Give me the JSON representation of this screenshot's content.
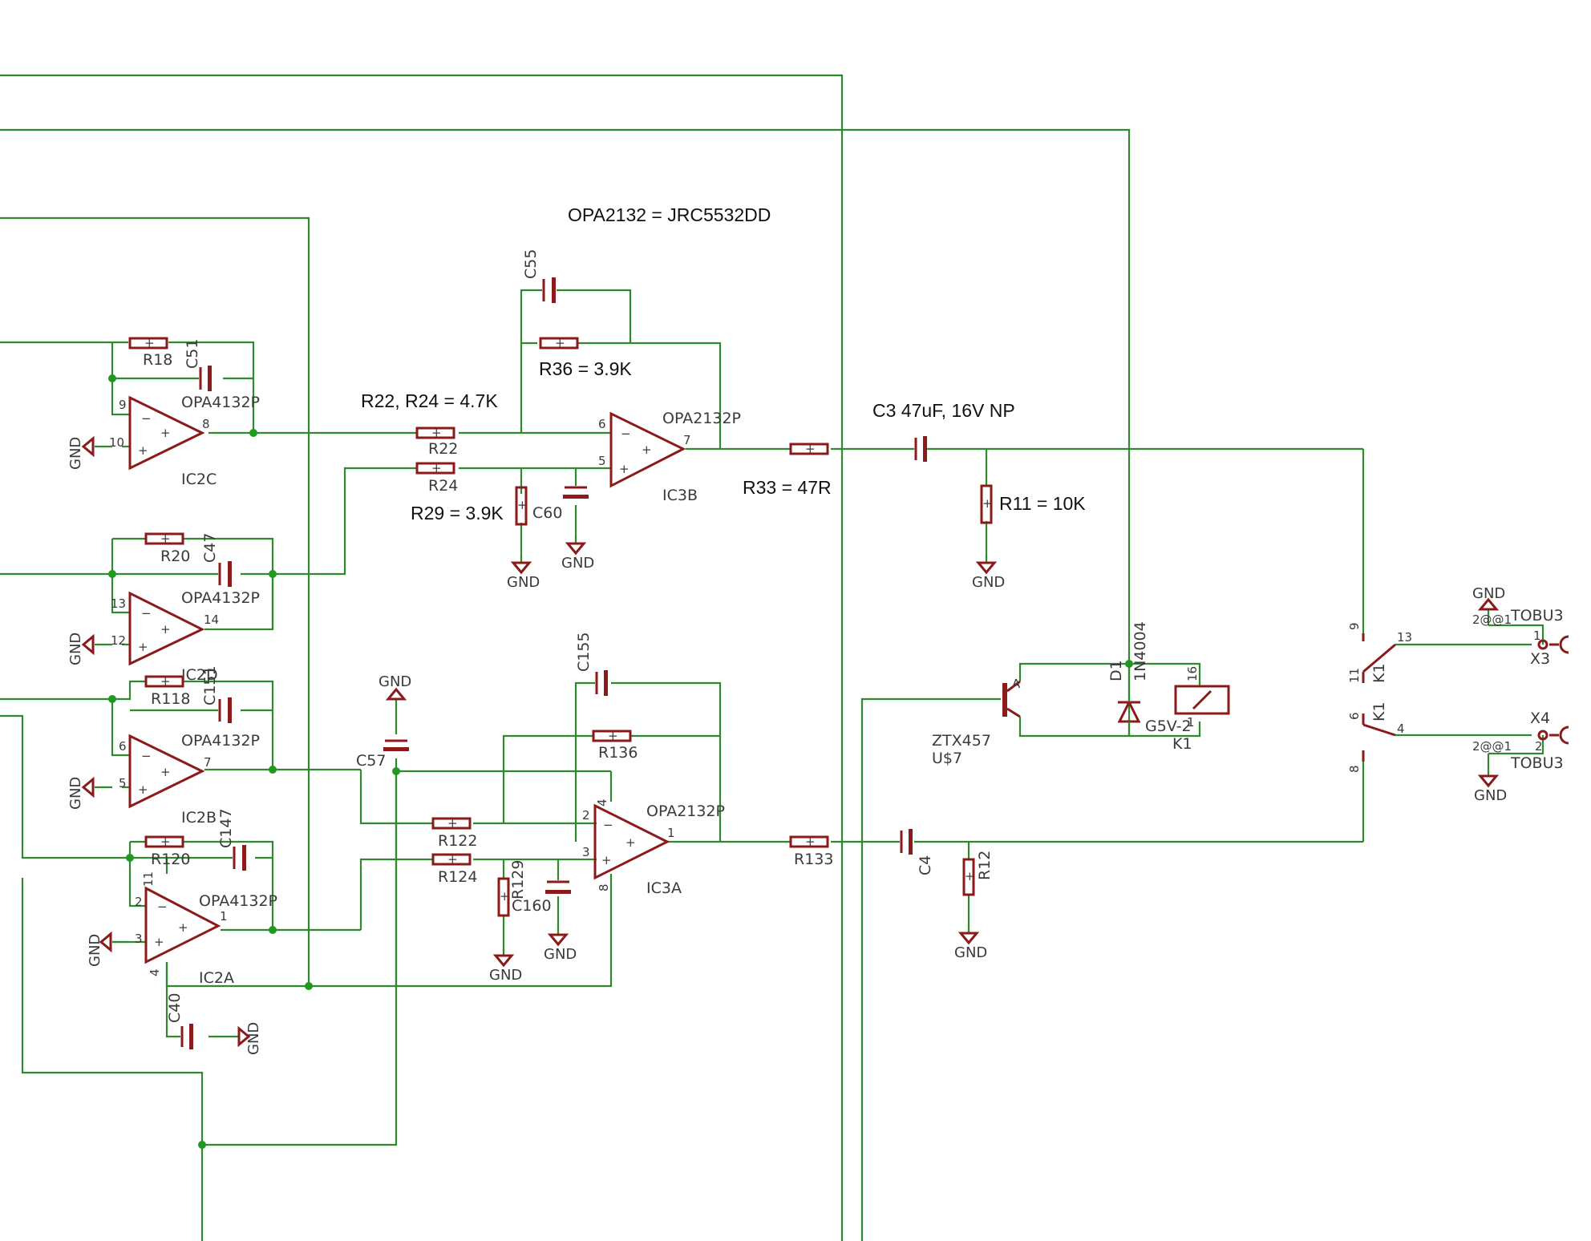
{
  "notes": {
    "opamp_equiv": "OPA2132 = JRC5532DD",
    "r36": "R36 = 3.9K",
    "r22_r24": "R22, R24 = 4.7K",
    "c3": "C3  47uF, 16V NP",
    "r33": "R33 = 47R",
    "r11": "R11 = 10K",
    "r29": "R29 = 3.9K"
  },
  "resistors": {
    "r18": "R18",
    "r20": "R20",
    "r118": "R118",
    "r120": "R120",
    "r22": "R22",
    "r24": "R24",
    "r29": "",
    "r36": "",
    "r33": "",
    "r11": "",
    "r122": "R122",
    "r124": "R124",
    "r136": "R136",
    "r129": "R129",
    "r133": "R133",
    "r12": "R12"
  },
  "capacitors": {
    "c51": "C51",
    "c47": "C47",
    "c151": "C151",
    "c147": "C147",
    "c40": "C40",
    "c55": "C55",
    "c60": "C60",
    "c57": "C57",
    "c155": "C155",
    "c160": "C160",
    "c3": "",
    "c4": "C4"
  },
  "opamps": {
    "ic2c": {
      "type": "OPA4132P",
      "name": "IC2C",
      "pin_inv": "9",
      "pin_noninv": "10",
      "pin_out": "8"
    },
    "ic2d": {
      "type": "OPA4132P",
      "name": "IC2D",
      "pin_inv": "13",
      "pin_noninv": "12",
      "pin_out": "14"
    },
    "ic2b": {
      "type": "OPA4132P",
      "name": "IC2B",
      "pin_inv": "6",
      "pin_noninv": "5",
      "pin_out": "7"
    },
    "ic2a": {
      "type": "OPA4132P",
      "name": "IC2A",
      "pin_inv": "2",
      "pin_noninv": "3",
      "pin_out": "1",
      "pin_vp": "11",
      "pin_vn": "4"
    },
    "ic3b": {
      "type": "OPA2132P",
      "name": "IC3B",
      "pin_inv": "6",
      "pin_noninv": "5",
      "pin_out": "7"
    },
    "ic3a": {
      "type": "OPA2132P",
      "name": "IC3A",
      "pin_inv": "2",
      "pin_noninv": "3",
      "pin_out": "1",
      "pin_vp": "4",
      "pin_vn": "8"
    }
  },
  "gnd_label": "GND",
  "relay": {
    "transistor": "ZTX457",
    "transistor_ref": "U$7",
    "diode_ref": "D1",
    "diode_type": "1N4004",
    "coil_type": "G5V-2",
    "coil_ref": "K1",
    "coil_pin_top": "16",
    "coil_pin_bottom": "1",
    "contact_ref_a": "K1",
    "contact_ref_b": "K1",
    "pin_9": "9",
    "pin_11": "11",
    "pin_13": "13",
    "pin_6": "6",
    "pin_8": "8",
    "pin_4": "4"
  },
  "connectors": {
    "x3": {
      "name": "X3",
      "type": "TOBU3",
      "pin_label": "2@@1",
      "pin1": "1"
    },
    "x4": {
      "name": "X4",
      "type": "TOBU3",
      "pin_label": "2@@1",
      "pin2": "2"
    }
  },
  "colors": {
    "wire": "#2f8a2f",
    "component": "#8b1a1a",
    "junction": "#1f9a1f"
  }
}
